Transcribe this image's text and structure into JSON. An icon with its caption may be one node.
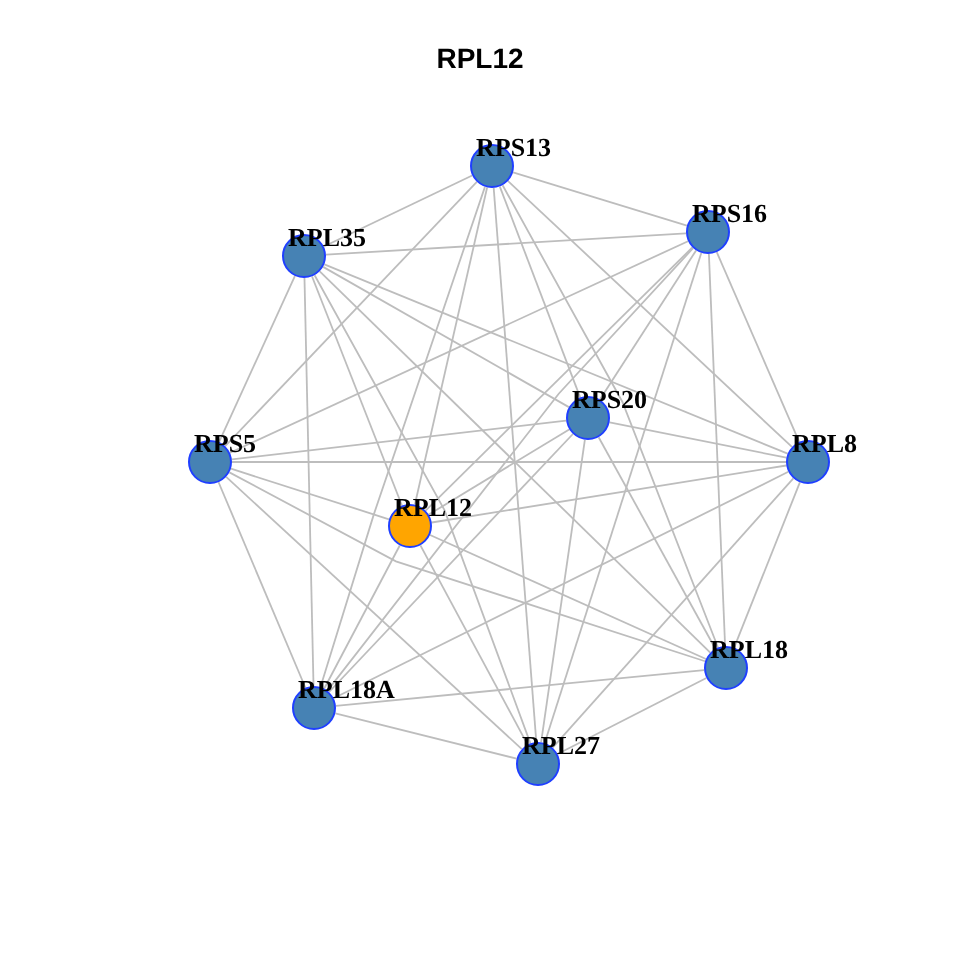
{
  "diagram": {
    "title": "RPL12",
    "nodes": [
      {
        "text": [
          "RPS13"
        ]
      },
      {
        "text": [
          "RPS16"
        ]
      },
      {
        "text": [
          "RPL35"
        ]
      },
      {
        "text": [
          "RPS20"
        ]
      },
      {
        "text": [
          "RPS5"
        ]
      },
      {
        "text": [
          "RPL8"
        ]
      },
      {
        "text": [
          "RPL12"
        ]
      },
      {
        "text": [
          "RPL18"
        ]
      },
      {
        "text": [
          "RPL18A"
        ]
      },
      {
        "text": [
          "RPL27"
        ]
      }
    ],
    "edges": [
      {
        "from": 0,
        "to": 1,
        "arrow": "none"
      },
      {
        "from": 0,
        "to": 2,
        "arrow": "none"
      },
      {
        "from": 0,
        "to": 3,
        "arrow": "none"
      },
      {
        "from": 0,
        "to": 4,
        "arrow": "none"
      },
      {
        "from": 0,
        "to": 5,
        "arrow": "none"
      },
      {
        "from": 0,
        "to": 6,
        "arrow": "none"
      },
      {
        "from": 0,
        "to": 7,
        "arrow": "none"
      },
      {
        "from": 0,
        "to": 8,
        "arrow": "none"
      },
      {
        "from": 0,
        "to": 9,
        "arrow": "none"
      },
      {
        "from": 1,
        "to": 2,
        "arrow": "none"
      },
      {
        "from": 1,
        "to": 3,
        "arrow": "none"
      },
      {
        "from": 1,
        "to": 4,
        "arrow": "none"
      },
      {
        "from": 1,
        "to": 5,
        "arrow": "none"
      },
      {
        "from": 1,
        "to": 6,
        "arrow": "none"
      },
      {
        "from": 1,
        "to": 7,
        "arrow": "none"
      },
      {
        "from": 1,
        "to": 8,
        "arrow": "none"
      },
      {
        "from": 1,
        "to": 9,
        "arrow": "none"
      },
      {
        "from": 2,
        "to": 3,
        "arrow": "none"
      },
      {
        "from": 2,
        "to": 4,
        "arrow": "none"
      },
      {
        "from": 2,
        "to": 5,
        "arrow": "none"
      },
      {
        "from": 2,
        "to": 6,
        "arrow": "none"
      },
      {
        "from": 2,
        "to": 7,
        "arrow": "none"
      },
      {
        "from": 2,
        "to": 8,
        "arrow": "none"
      },
      {
        "from": 2,
        "to": 9,
        "arrow": "none"
      },
      {
        "from": 3,
        "to": 4,
        "arrow": "none"
      },
      {
        "from": 3,
        "to": 5,
        "arrow": "none"
      },
      {
        "from": 3,
        "to": 6,
        "arrow": "none"
      },
      {
        "from": 3,
        "to": 7,
        "arrow": "none"
      },
      {
        "from": 3,
        "to": 8,
        "arrow": "none"
      },
      {
        "from": 3,
        "to": 9,
        "arrow": "none"
      },
      {
        "from": 4,
        "to": 5,
        "arrow": "none"
      },
      {
        "from": 4,
        "to": 6,
        "arrow": "none"
      },
      {
        "from": 4,
        "to": 7,
        "arrow": "none"
      },
      {
        "from": 4,
        "to": 8,
        "arrow": "none"
      },
      {
        "from": 4,
        "to": 9,
        "arrow": "none"
      },
      {
        "from": 5,
        "to": 6,
        "arrow": "none"
      },
      {
        "from": 5,
        "to": 7,
        "arrow": "none"
      },
      {
        "from": 5,
        "to": 8,
        "arrow": "none"
      },
      {
        "from": 5,
        "to": 9,
        "arrow": "none"
      },
      {
        "from": 6,
        "to": 7,
        "arrow": "none"
      },
      {
        "from": 6,
        "to": 8,
        "arrow": "none"
      },
      {
        "from": 6,
        "to": 9,
        "arrow": "none"
      },
      {
        "from": 7,
        "to": 8,
        "arrow": "none"
      },
      {
        "from": 7,
        "to": 9,
        "arrow": "none"
      },
      {
        "from": 8,
        "to": 9,
        "arrow": "none"
      }
    ]
  }
}
